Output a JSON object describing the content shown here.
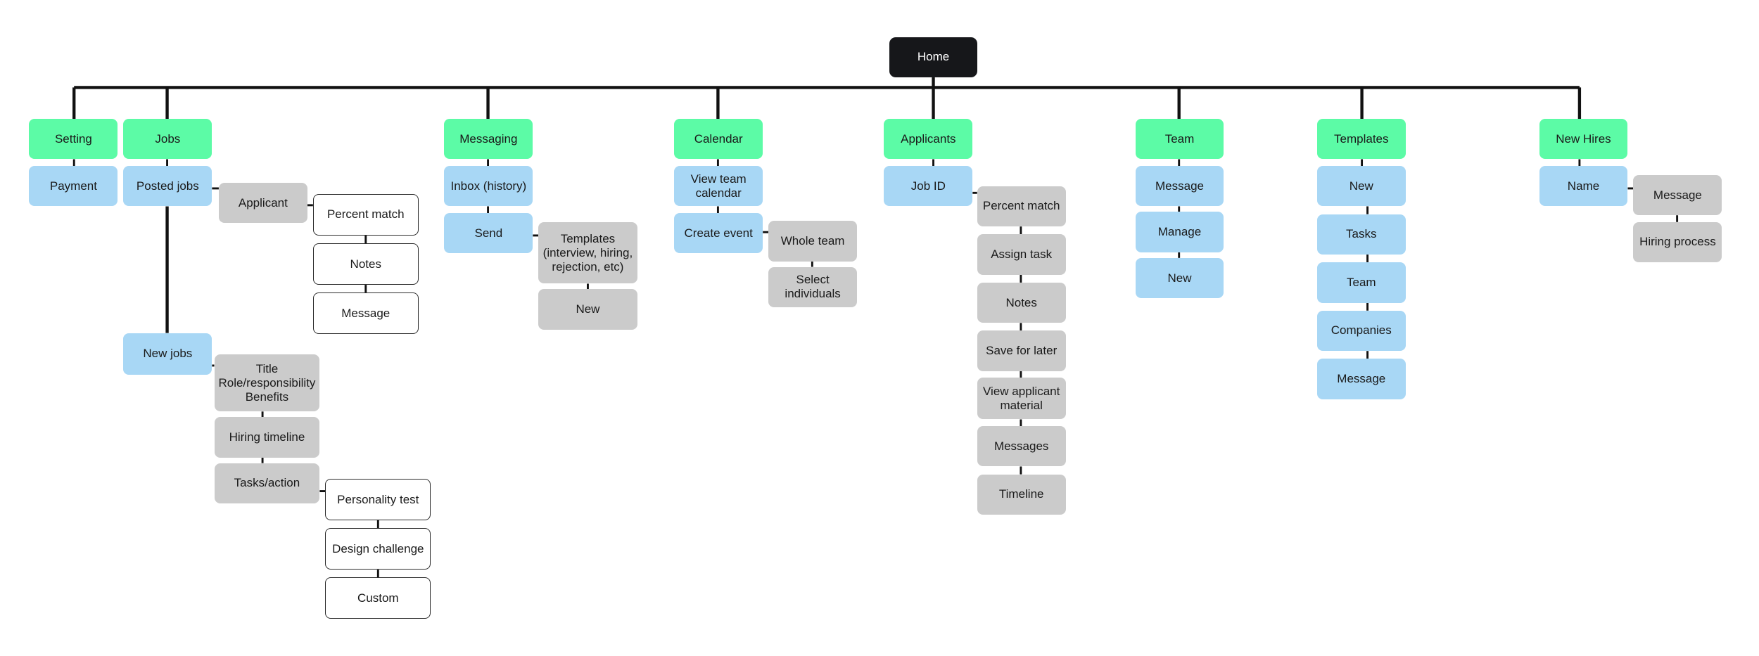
{
  "diagram": {
    "root": "Home",
    "sections": [
      {
        "label": "Setting",
        "children": [
          {
            "label": "Payment"
          }
        ]
      },
      {
        "label": "Jobs",
        "children": [
          {
            "label": "Posted jobs",
            "children": [
              {
                "label": "Applicant",
                "children": [
                  {
                    "label": "Percent match"
                  },
                  {
                    "label": "Notes"
                  },
                  {
                    "label": "Message"
                  }
                ]
              }
            ]
          },
          {
            "label": "New jobs",
            "children": [
              {
                "label": "Title\nRole/responsibility\nBenefits"
              },
              {
                "label": "Hiring timeline"
              },
              {
                "label": "Tasks/action",
                "children": [
                  {
                    "label": "Personality test"
                  },
                  {
                    "label": "Design challenge"
                  },
                  {
                    "label": "Custom"
                  }
                ]
              }
            ]
          }
        ]
      },
      {
        "label": "Messaging",
        "children": [
          {
            "label": "Inbox (history)"
          },
          {
            "label": "Send",
            "children": [
              {
                "label": "Templates\n(interview, hiring,\nrejection, etc)"
              },
              {
                "label": "New"
              }
            ]
          }
        ]
      },
      {
        "label": "Calendar",
        "children": [
          {
            "label": "View team\ncalendar"
          },
          {
            "label": "Create event",
            "children": [
              {
                "label": "Whole team"
              },
              {
                "label": "Select\nindividuals"
              }
            ]
          }
        ]
      },
      {
        "label": "Applicants",
        "children": [
          {
            "label": "Job ID",
            "children": [
              {
                "label": "Percent match"
              },
              {
                "label": "Assign task"
              },
              {
                "label": "Notes"
              },
              {
                "label": "Save for later"
              },
              {
                "label": "View applicant\nmaterial"
              },
              {
                "label": "Messages"
              },
              {
                "label": "Timeline"
              }
            ]
          }
        ]
      },
      {
        "label": "Team",
        "children": [
          {
            "label": "Message"
          },
          {
            "label": "Manage"
          },
          {
            "label": "New"
          }
        ]
      },
      {
        "label": "Templates",
        "children": [
          {
            "label": "New"
          },
          {
            "label": "Tasks"
          },
          {
            "label": "Team"
          },
          {
            "label": "Companies"
          },
          {
            "label": "Message"
          }
        ]
      },
      {
        "label": "New Hires",
        "children": [
          {
            "label": "Name",
            "children": [
              {
                "label": "Message"
              },
              {
                "label": "Hiring process"
              }
            ]
          }
        ]
      }
    ]
  },
  "colors": {
    "root": "#16171a",
    "section": "#5cfba6",
    "page": "#a8d7f5",
    "feature": "#cbcbcb",
    "option": "#ffffff",
    "connector": "#111111"
  }
}
